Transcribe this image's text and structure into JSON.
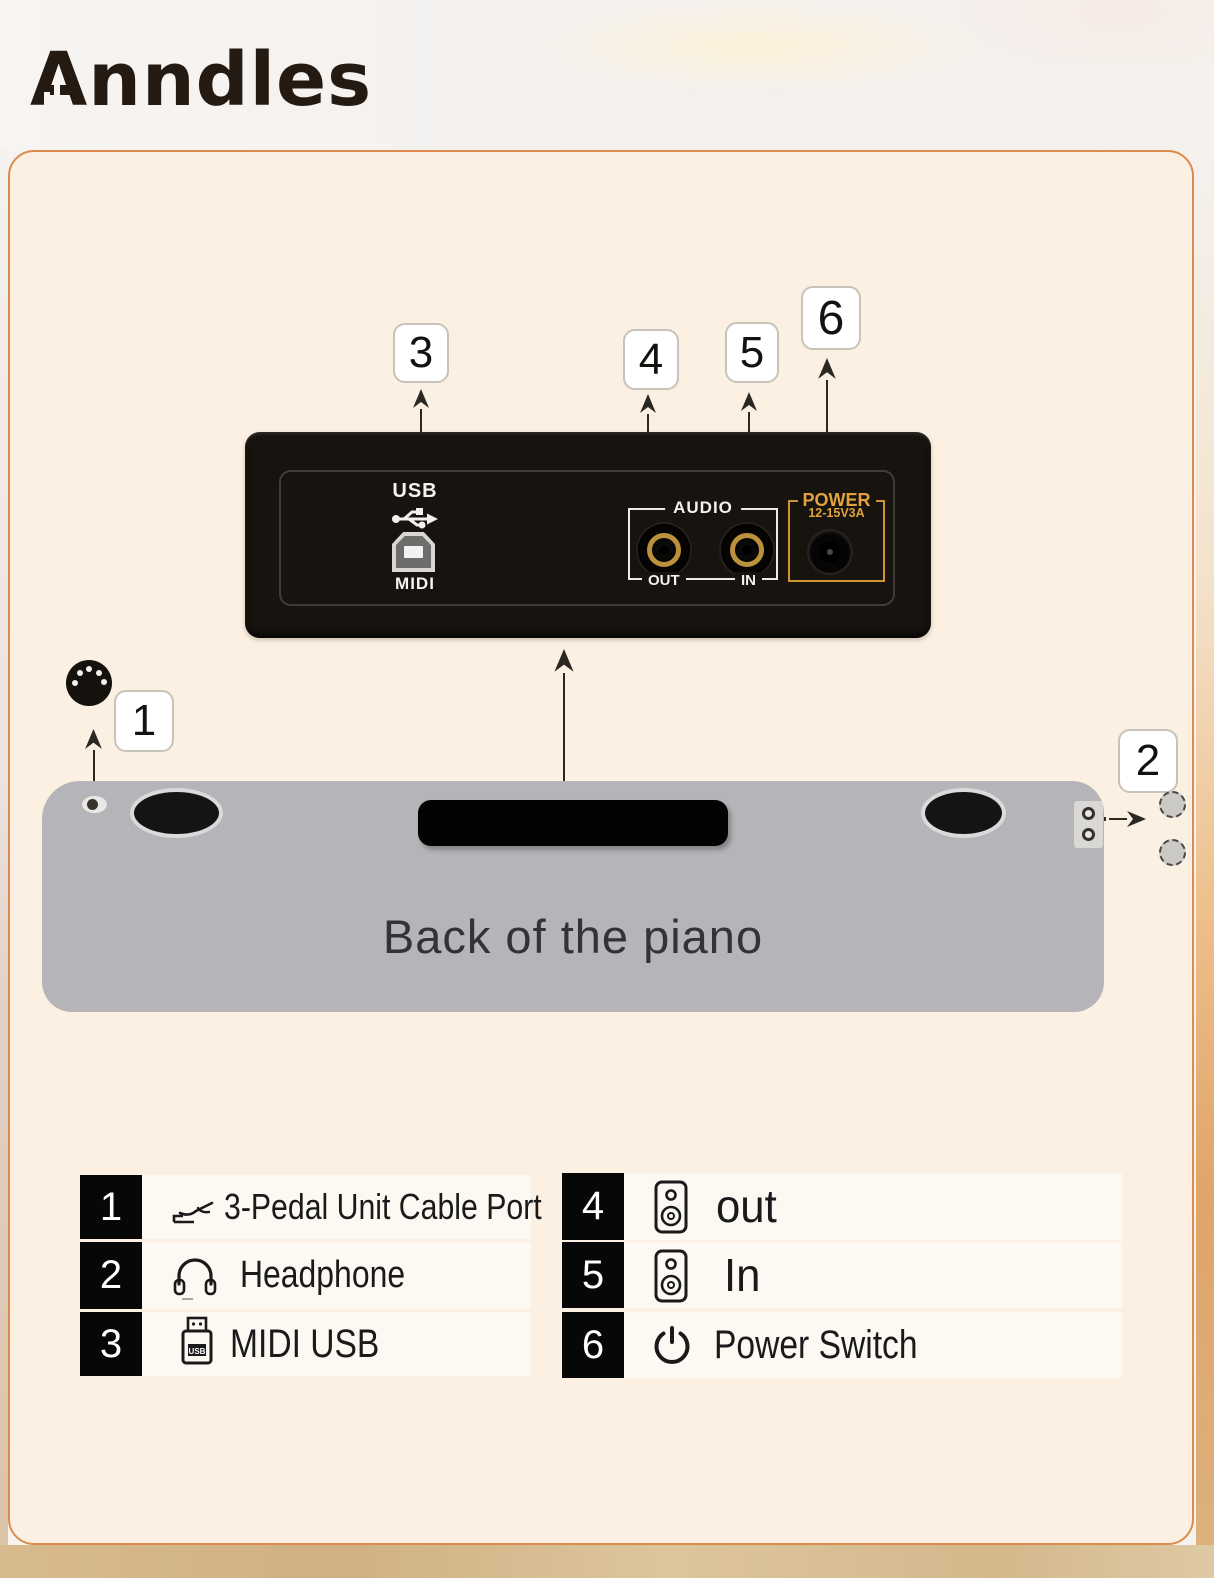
{
  "brand": {
    "name": "Anndles"
  },
  "panel": {
    "usb_label": "USB",
    "midi_label": "MIDI",
    "audio_label": "AUDIO",
    "audio_out_label": "OUT",
    "audio_in_label": "IN",
    "power_label": "POWER",
    "power_spec": "12-15V3A"
  },
  "piano": {
    "caption": "Back of the piano"
  },
  "callouts": {
    "c1": "1",
    "c2": "2",
    "c3": "3",
    "c4": "4",
    "c5": "5",
    "c6": "6"
  },
  "legend": {
    "rows": [
      {
        "num": "1",
        "icon": "pedal-icon",
        "label": "3-Pedal Unit Cable Port"
      },
      {
        "num": "2",
        "icon": "headphone-icon",
        "label": "Headphone"
      },
      {
        "num": "3",
        "icon": "usb-drive-icon",
        "label": "MIDI USB"
      },
      {
        "num": "4",
        "icon": "speaker-icon",
        "label": "out"
      },
      {
        "num": "5",
        "icon": "speaker-icon",
        "label": "In"
      },
      {
        "num": "6",
        "icon": "power-icon",
        "label": "Power Switch"
      }
    ]
  },
  "colors": {
    "card_background": "#fbf0e1",
    "card_border": "#dd8a4c",
    "panel_background": "#17130f",
    "power_accent": "#e2a23c",
    "piano_gray": "#b5b4b8",
    "legend_number_background": "#070707"
  }
}
